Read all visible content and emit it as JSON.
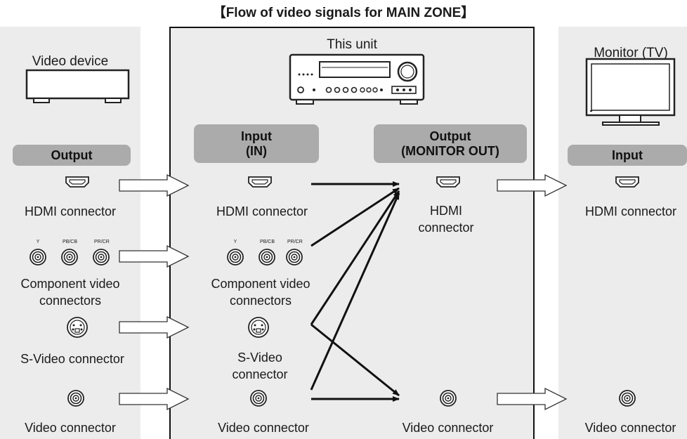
{
  "title": "【Flow of video signals for MAIN ZONE】",
  "devices": {
    "video_device": "Video device",
    "this_unit": "This unit",
    "monitor": "Monitor (TV)"
  },
  "badges": {
    "source_output": "Output",
    "unit_input_line1": "Input",
    "unit_input_line2": "(IN)",
    "unit_output_line1": "Output",
    "unit_output_line2": "(MONITOR OUT)",
    "monitor_input": "Input"
  },
  "labels": {
    "hdmi": "HDMI connector",
    "hdmi_line1": "HDMI",
    "hdmi_line2": "connector",
    "component_line1": "Component video",
    "component_line2": "connectors",
    "svideo": "S-Video connector",
    "svideo_line1": "S-Video",
    "svideo_line2": "connector",
    "video": "Video connector"
  },
  "component_pins": [
    "Y",
    "PB/CB",
    "PR/CR"
  ]
}
